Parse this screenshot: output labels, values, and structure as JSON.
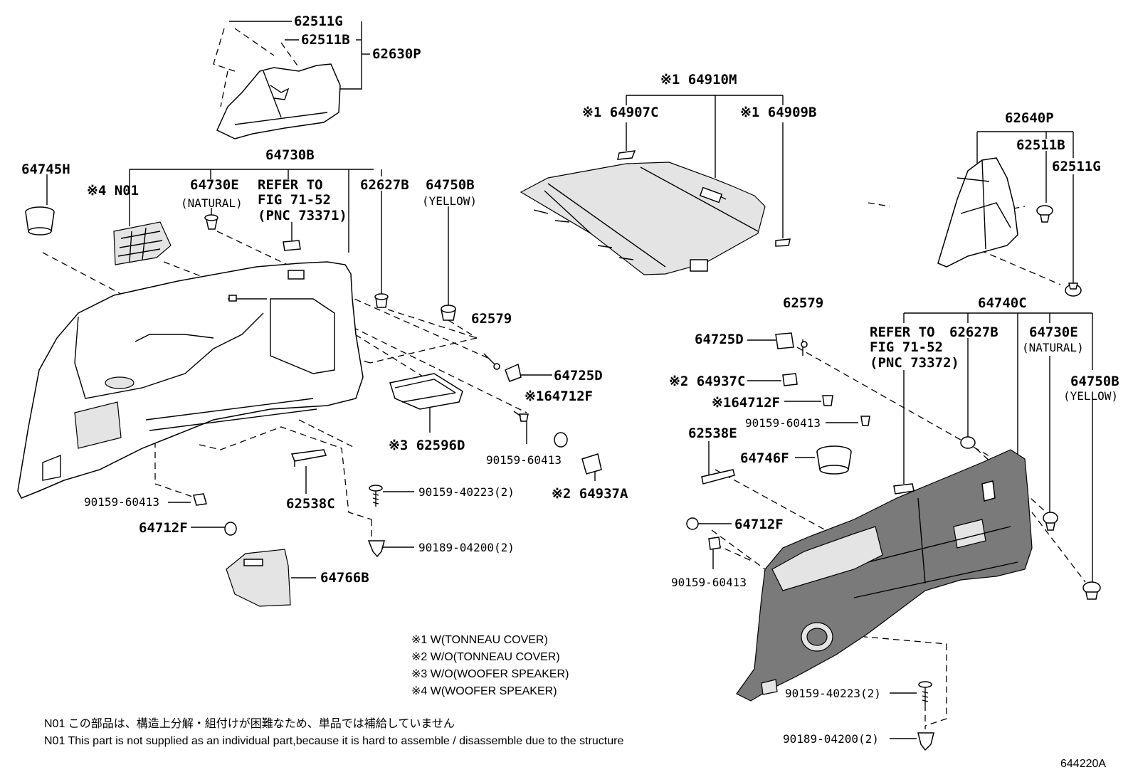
{
  "labels": {
    "l62511G_top": "62511G",
    "l62511B_top": "62511B",
    "l62630P": "62630P",
    "l64730B": "64730B",
    "l64745H": "64745H",
    "lN01_left": "※4 N01",
    "l64730E_left": "64730E",
    "natural_left": "(NATURAL)",
    "refer_left_1": "REFER TO",
    "refer_left_2": "FIG 71-52",
    "refer_left_3": "(PNC 73371)",
    "l62627B_left": "62627B",
    "l64750B_left": "64750B",
    "yellow_left": "(YELLOW)",
    "l62579_left": "62579",
    "l64725D_left": "64725D",
    "l64712F_mark1": "※164712F",
    "l62596D": "※3 62596D",
    "l90159_60413_mid": "90159-60413",
    "l64937A": "※2 64937A",
    "l90159_40223_left": "90159-40223(2)",
    "l62538C": "62538C",
    "l90159_60413_left": "90159-60413",
    "l64712F_left": "64712F",
    "l90189_04200_left": "90189-04200(2)",
    "l64766B": "64766B",
    "l64910M": "※1 64910M",
    "l64907C": "※1 64907C",
    "l64909B": "※1 64909B",
    "l62640P": "62640P",
    "l62511B_right": "62511B",
    "l62511G_right": "62511G",
    "l62579_right": "62579",
    "l64740C": "64740C",
    "refer_right_1": "REFER TO",
    "refer_right_2": "FIG 71-52",
    "refer_right_3": "(PNC 73372)",
    "l62627B_right": "62627B",
    "l64730E_right": "64730E",
    "natural_right": "(NATURAL)",
    "l64725D_right": "64725D",
    "l64937C": "※2 64937C",
    "l64750B_right": "64750B",
    "yellow_right": "(YELLOW)",
    "l64712F_mark1_right": "※164712F",
    "l90159_60413_right_top": "90159-60413",
    "l62538E": "62538E",
    "l64746F": "64746F",
    "l64712F_right": "64712F",
    "l90159_60413_right": "90159-60413",
    "l90159_40223_right": "90159-40223(2)",
    "l90189_04200_right": "90189-04200(2)"
  },
  "legend": [
    "※1  W(TONNEAU COVER)",
    "※2  W/O(TONNEAU COVER)",
    "※3  W/O(WOOFER SPEAKER)",
    "※4  W(WOOFER SPEAKER)"
  ],
  "notes": {
    "jp": "N01 この部品は、構造上分解・組付けが困難なため、単品では補給していません",
    "en": "N01 This part is not supplied as an individual part,because it is hard to assemble / disassemble due to the structure"
  },
  "figure_code": "644220A"
}
